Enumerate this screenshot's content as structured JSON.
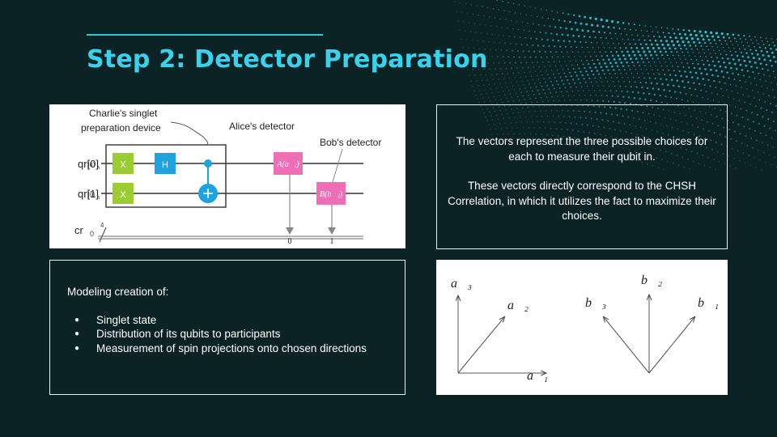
{
  "slide": {
    "title": "Step 2: Detector Preparation",
    "accent_color": "#37d3ec",
    "background_color": "#0c2326"
  },
  "circuit": {
    "label_charlie_line1": "Charlie's singlet",
    "label_charlie_line2": "preparation device",
    "label_alice": "Alice's detector",
    "label_bob": "Bob's detector",
    "qubit0_label": "qr[0]",
    "qubit0_state": "|0⟩",
    "qubit0_sub": "A",
    "qubit1_label": "qr[1]",
    "qubit1_state": "|0⟩",
    "qubit1_sub": "B",
    "creg_label": "cr",
    "creg_init": "0",
    "creg_width": "4",
    "gate_x1": "X",
    "gate_x2": "X",
    "gate_h": "H",
    "gate_alice": "A(a⃗ᵢ)",
    "gate_bob": "B(b⃗ⱼ)",
    "meas_alice": "0",
    "meas_bob": "1",
    "x_gate_color": "#9acd32",
    "h_gate_color": "#1fa3e0",
    "detector_color": "#ef6fb6"
  },
  "description": {
    "para1": "The vectors represent the three possible choices for each to measure their qubit in.",
    "para2": "These vectors directly correspond to the CHSH Correlation, in which it utilizes the fact to maximize their choices."
  },
  "modeling": {
    "heading": "Modeling creation of:",
    "items": [
      "Singlet state",
      "Distribution of its qubits to participants",
      "Measurement of spin projections onto chosen directions"
    ]
  },
  "vectors": {
    "a1": "a⃗₁",
    "a2": "a⃗₂",
    "a3": "a⃗₃",
    "b1": "b⃗₁",
    "b2": "b⃗₂",
    "b3": "b⃗₃"
  }
}
